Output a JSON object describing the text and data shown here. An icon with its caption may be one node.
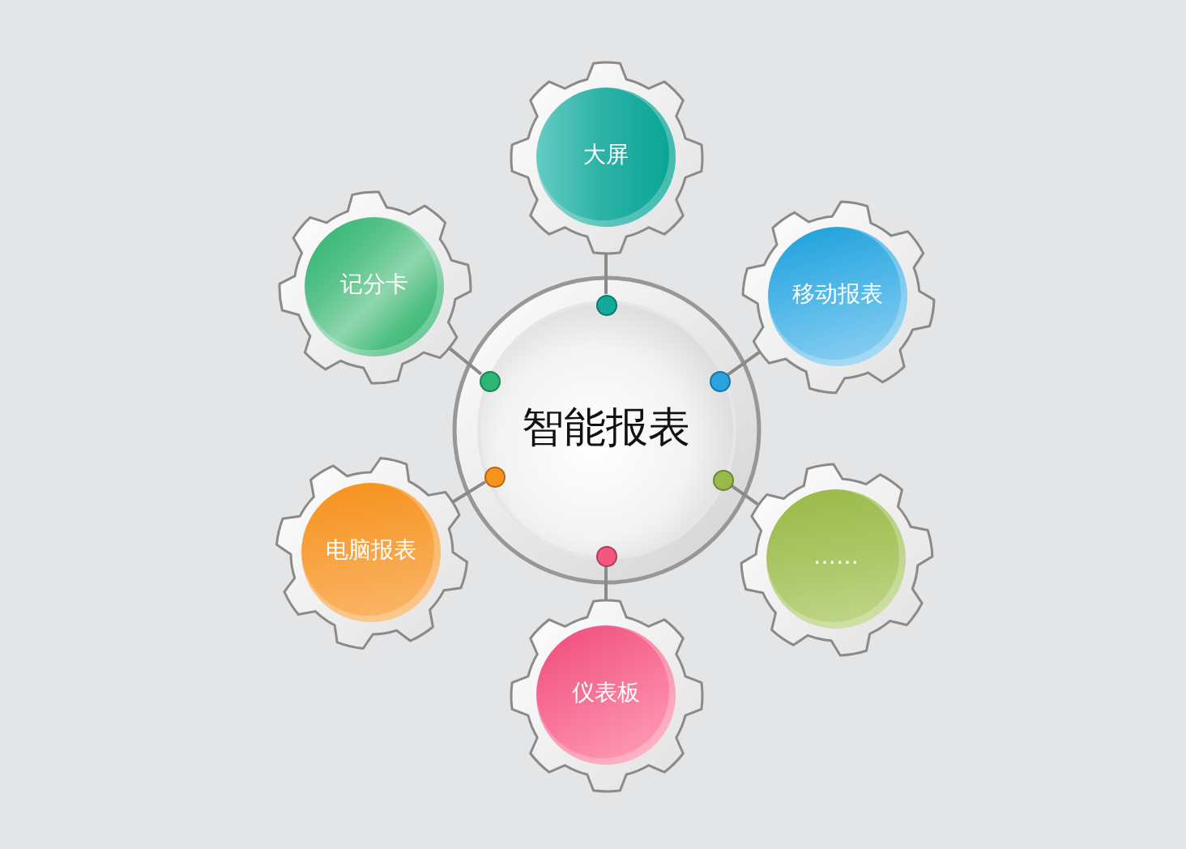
{
  "diagram": {
    "nodes": [
      {
        "text": [
          "智能报表"
        ]
      },
      {
        "text": [],
        "shape": "circle",
        "in": 0
      },
      {
        "text": [],
        "shape": "circle",
        "in": 0
      },
      {
        "text": [],
        "shape": "circle",
        "in": 0
      },
      {
        "text": [],
        "shape": "circle",
        "in": 0
      },
      {
        "text": [],
        "shape": "circle",
        "in": 0
      },
      {
        "text": [],
        "shape": "circle",
        "in": 0
      },
      {
        "text": [
          "大屏"
        ]
      },
      {
        "text": [
          "记分卡"
        ]
      },
      {
        "text": [
          "移动报表"
        ]
      },
      {
        "text": [
          "电脑报表"
        ]
      },
      {
        "text": [
          "……"
        ]
      },
      {
        "text": [
          "仪表板"
        ]
      }
    ],
    "edges": [
      {
        "from": 1,
        "to": 7,
        "arrow": "none"
      },
      {
        "from": 2,
        "to": 8,
        "arrow": "none"
      },
      {
        "from": 3,
        "to": 9,
        "arrow": "none"
      },
      {
        "from": 4,
        "to": 10,
        "arrow": "none"
      },
      {
        "from": 5,
        "to": 11,
        "arrow": "none"
      },
      {
        "from": 6,
        "to": 12,
        "arrow": "none"
      }
    ]
  }
}
